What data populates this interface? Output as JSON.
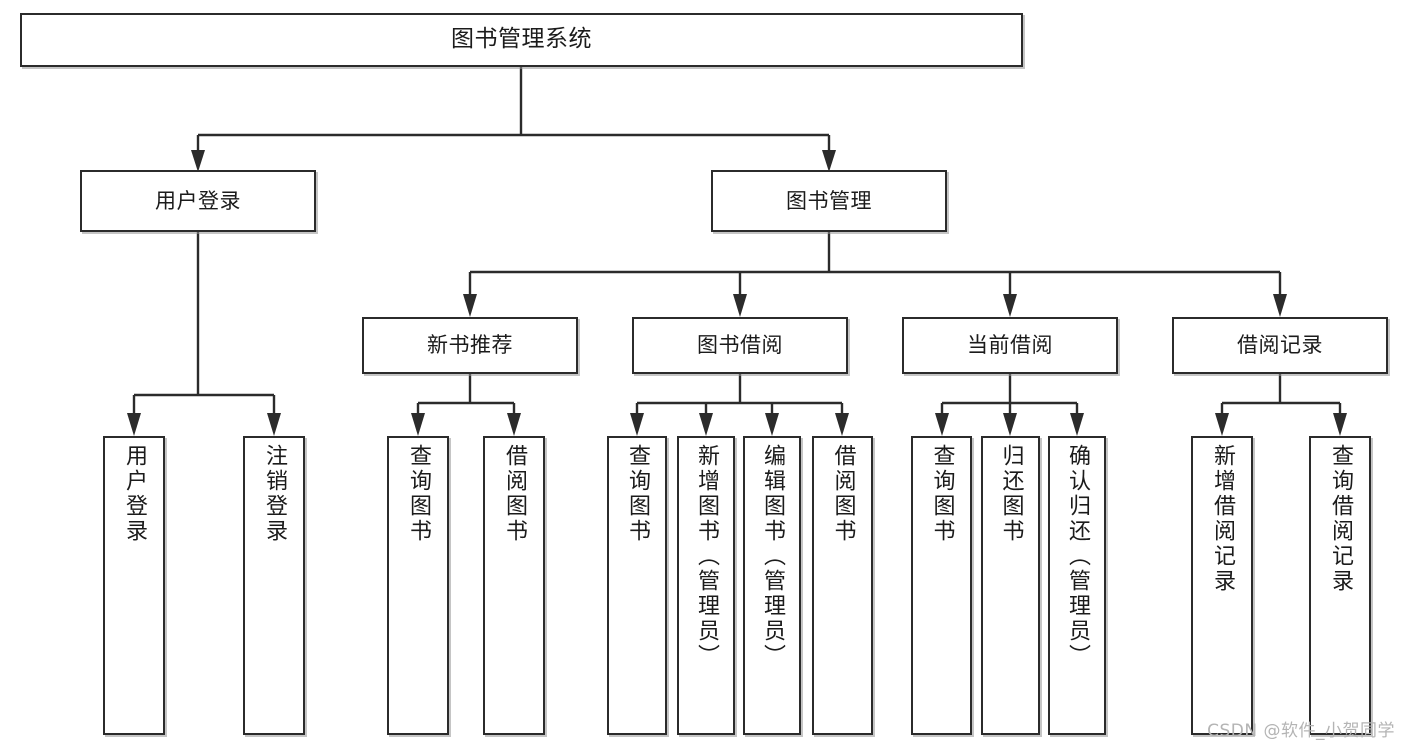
{
  "diagram": {
    "title": "图书管理系统",
    "type": "functional-structure-tree",
    "levels": 4
  },
  "root": {
    "id": "root",
    "label": "图书管理系统"
  },
  "level2": [
    {
      "id": "user-login",
      "label": "用户登录"
    },
    {
      "id": "book-manage",
      "label": "图书管理"
    }
  ],
  "level3": [
    {
      "id": "new-book-rec",
      "label": "新书推荐",
      "parent": "book-manage"
    },
    {
      "id": "book-borrow",
      "label": "图书借阅",
      "parent": "book-manage"
    },
    {
      "id": "current-borrow",
      "label": "当前借阅",
      "parent": "book-manage"
    },
    {
      "id": "borrow-record",
      "label": "借阅记录",
      "parent": "book-manage"
    }
  ],
  "leaves": {
    "user_login": [
      {
        "id": "leaf-user-login",
        "label": "用户登录"
      },
      {
        "id": "leaf-logout",
        "label": "注销登录"
      }
    ],
    "new_book_rec": [
      {
        "id": "leaf-query-book-1",
        "label": "查询图书"
      },
      {
        "id": "leaf-borrow-book-1",
        "label": "借阅图书"
      }
    ],
    "book_borrow": [
      {
        "id": "leaf-query-book-2",
        "label": "查询图书"
      },
      {
        "id": "leaf-add-book",
        "label": "新增图书（管理员）"
      },
      {
        "id": "leaf-edit-book",
        "label": "编辑图书（管理员）"
      },
      {
        "id": "leaf-borrow-book-2",
        "label": "借阅图书"
      }
    ],
    "current_borrow": [
      {
        "id": "leaf-query-book-3",
        "label": "查询图书"
      },
      {
        "id": "leaf-return-book",
        "label": "归还图书"
      },
      {
        "id": "leaf-confirm-return",
        "label": "确认归还（管理员）"
      }
    ],
    "borrow_record": [
      {
        "id": "leaf-add-record",
        "label": "新增借阅记录"
      },
      {
        "id": "leaf-query-record",
        "label": "查询借阅记录"
      }
    ]
  },
  "watermark": {
    "text": "CSDN @软件_小贺同学"
  },
  "colors": {
    "stroke": "#2b2b2b",
    "box_fill": "#ffffff",
    "text": "#1b1b1b",
    "watermark": "#b4b4b4",
    "background": "#ffffff"
  }
}
